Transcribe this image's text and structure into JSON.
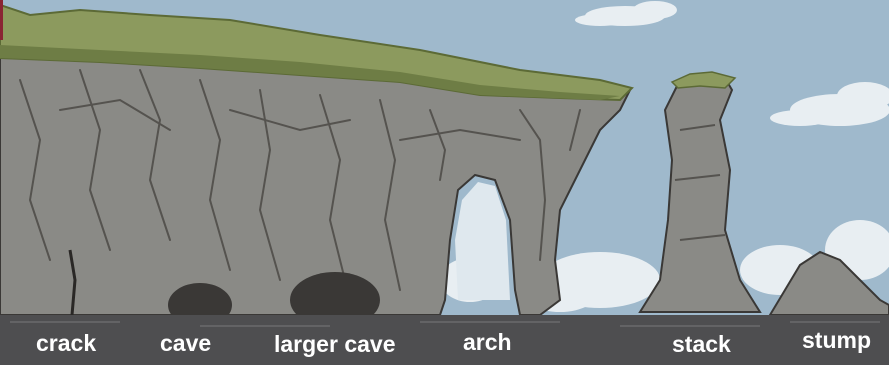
{
  "labels": {
    "crack": "crack",
    "cave": "cave",
    "larger_cave": "larger cave",
    "arch": "arch",
    "stack": "stack",
    "stump": "stump"
  },
  "colors": {
    "sky": "#9fb9cc",
    "cloud": "#e8eef2",
    "grass": "#8c9a5e",
    "grass_dark": "#6e7d45",
    "rock": "#8a8a86",
    "rock_dark": "#55534f",
    "cave": "#3a3836",
    "sea": "#4e4e50",
    "label": "#ffffff",
    "accent_edge": "#8a2433"
  }
}
